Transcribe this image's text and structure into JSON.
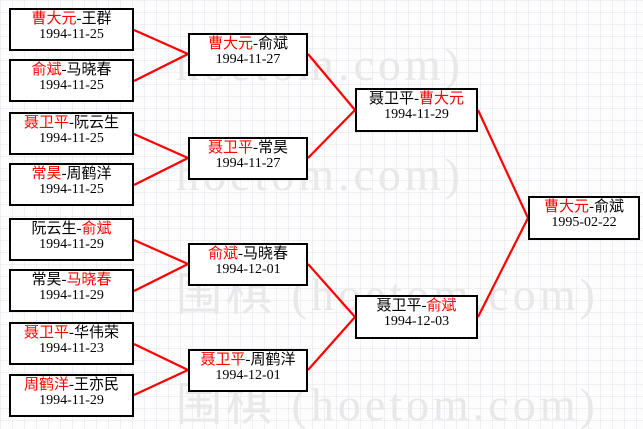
{
  "watermark": {
    "lines": [
      "hoetom.com)",
      "hoetom.com)",
      "围棋 (hoetom.com)",
      "围棋 (hoetom.com)"
    ]
  },
  "colors": {
    "winner": "#ff0000",
    "loser": "#000000",
    "box_border": "#000000",
    "connector": "#ff0000",
    "background": "#fdfdfd"
  },
  "chart_data": {
    "type": "diagram",
    "title": "Go tournament single-elimination bracket",
    "rounds": 4
  },
  "matches": {
    "r1m1": {
      "left": "曹大元",
      "right": "王群",
      "winner": "left",
      "date": "1994-11-25"
    },
    "r1m2": {
      "left": "俞斌",
      "right": "马晓春",
      "winner": "left",
      "date": "1994-11-25"
    },
    "r1m3": {
      "left": "聂卫平",
      "right": "阮云生",
      "winner": "left",
      "date": "1994-11-25"
    },
    "r1m4": {
      "left": "常昊",
      "right": "周鹤洋",
      "winner": "left",
      "date": "1994-11-25"
    },
    "r1m5": {
      "left": "阮云生",
      "right": "俞斌",
      "winner": "right",
      "date": "1994-11-29"
    },
    "r1m6": {
      "left": "常昊",
      "right": "马晓春",
      "winner": "right",
      "date": "1994-11-29"
    },
    "r1m7": {
      "left": "聂卫平",
      "right": "华伟荣",
      "winner": "left",
      "date": "1994-11-23"
    },
    "r1m8": {
      "left": "周鹤洋",
      "right": "王亦民",
      "winner": "left",
      "date": "1994-11-29"
    },
    "r2m1": {
      "left": "曹大元",
      "right": "俞斌",
      "winner": "left",
      "date": "1994-11-27"
    },
    "r2m2": {
      "left": "聂卫平",
      "right": "常昊",
      "winner": "left",
      "date": "1994-11-27"
    },
    "r2m3": {
      "left": "俞斌",
      "right": "马晓春",
      "winner": "left",
      "date": "1994-12-01"
    },
    "r2m4": {
      "left": "聂卫平",
      "right": "周鹤洋",
      "winner": "left",
      "date": "1994-12-01"
    },
    "r3m1": {
      "left": "聂卫平",
      "right": "曹大元",
      "winner": "right",
      "date": "1994-11-29"
    },
    "r3m2": {
      "left": "聂卫平",
      "right": "俞斌",
      "winner": "right",
      "date": "1994-12-03"
    },
    "r4m1": {
      "left": "曹大元",
      "right": "俞斌",
      "winner": "left",
      "date": "1995-02-22"
    }
  }
}
